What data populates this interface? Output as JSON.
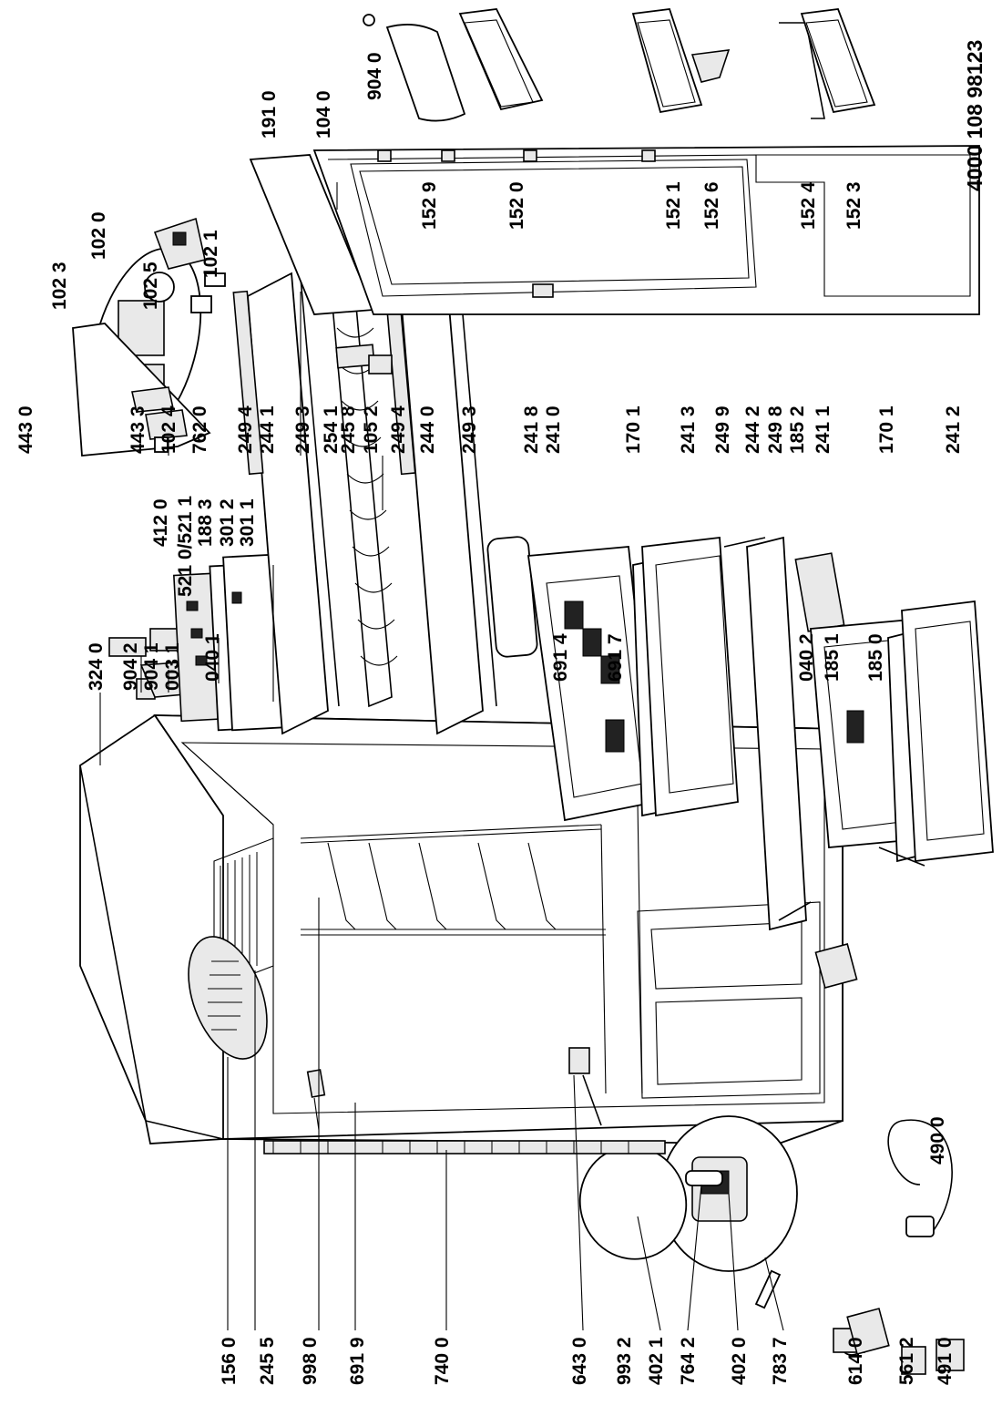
{
  "drawing_number": "4000 108 98123",
  "labels": {
    "l1560": "156 0",
    "l2455": "245 5",
    "l9980": "998 0",
    "l6919": "691 9",
    "l7400": "740 0",
    "l6430": "643 0",
    "l9932": "993 2",
    "l4021": "402 1",
    "l7642": "764 2",
    "l4020": "402 0",
    "l7837": "783 7",
    "l6140": "614 0",
    "l5612": "561 2",
    "l4910": "491 0",
    "l3240": "324 0",
    "l9042": "904 2",
    "l9041": "904 1",
    "l0031": "003 1",
    "l0401": "040 1",
    "l4120": "412 0",
    "l5210": "521 0/521 1",
    "l1883": "188 3",
    "l3012": "301 2",
    "l3011": "301 1",
    "l6914": "691 4",
    "l6917": "691 7",
    "l0402": "040 2",
    "l1851": "185 1",
    "l1850": "185 0",
    "l4900": "490 0",
    "l4430": "443 0",
    "l4433": "443 3",
    "l1024": "102 4",
    "l7620": "762 0",
    "l2494a": "249 4",
    "l2441": "244 1",
    "l2493a": "249 3",
    "l2458": "245 8",
    "l2494b": "249 4",
    "l2440": "244 0",
    "l2493b": "249 3",
    "l2418": "241 8",
    "l2410": "241 0",
    "l1701a": "170 1",
    "l2413": "241 3",
    "l2499": "249 9",
    "l2442": "244 2",
    "l2498": "249 8",
    "l1852": "185 2",
    "l2411": "241 1",
    "l1701b": "170 1",
    "l2412": "241 2",
    "l1023": "102 3",
    "l1020": "102 0",
    "l1025": "102 5",
    "l1021": "102 1",
    "l2541": "254 1",
    "l1052": "105 2",
    "l1910": "191 0",
    "l1040": "104 0",
    "l9040": "904 0",
    "l1529": "152 9",
    "l1520": "152 0",
    "l1521": "152 1",
    "l1526": "152 6",
    "l1524": "152 4",
    "l1523": "152 3"
  }
}
